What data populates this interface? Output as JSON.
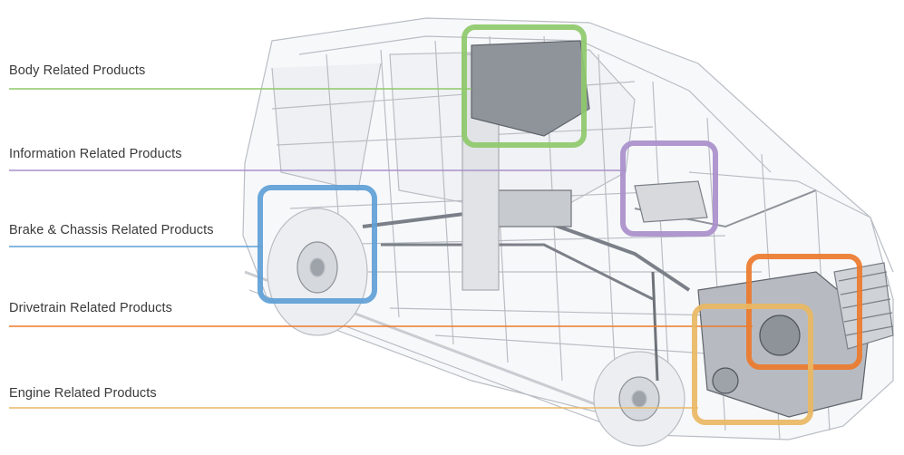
{
  "categories": [
    {
      "id": "body",
      "label": "Body Related Products",
      "color": "#8ec96a"
    },
    {
      "id": "information",
      "label": "Information Related Products",
      "color": "#a98fcb"
    },
    {
      "id": "brake",
      "label": "Brake & Chassis Related Products",
      "color": "#5e9fd6"
    },
    {
      "id": "drivetrain",
      "label": "Drivetrain Related Products",
      "color": "#ec7a2c"
    },
    {
      "id": "engine",
      "label": "Engine Related Products",
      "color": "#e9b763"
    }
  ]
}
